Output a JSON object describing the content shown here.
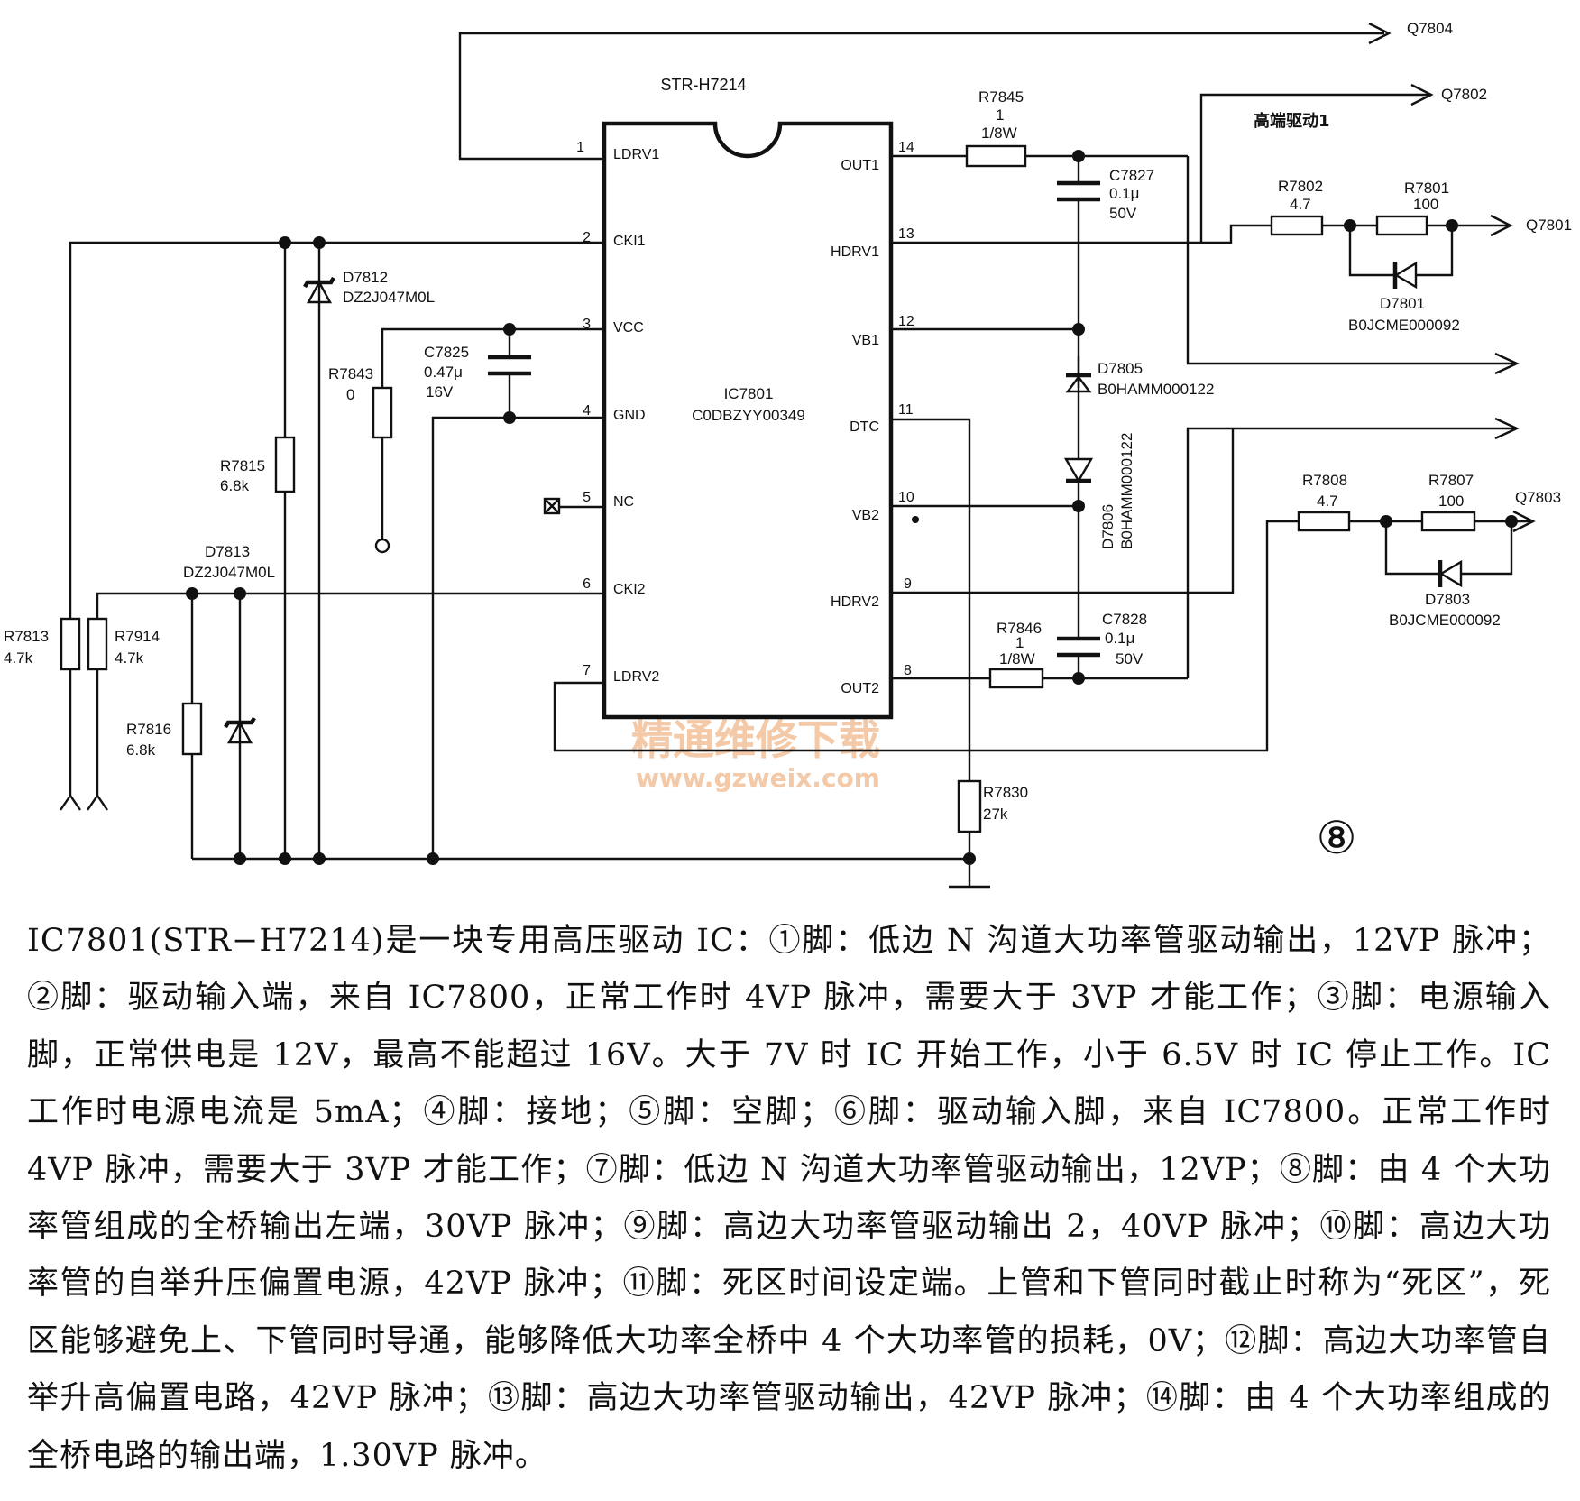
{
  "diagram": {
    "ic_title": "STR-H7214",
    "ic_ref": "IC7801",
    "ic_code": "C0DBZYY00349",
    "left_pins": [
      {
        "num": "1",
        "name": "LDRV1"
      },
      {
        "num": "2",
        "name": "CKI1"
      },
      {
        "num": "3",
        "name": "VCC"
      },
      {
        "num": "4",
        "name": "GND"
      },
      {
        "num": "5",
        "name": "NC"
      },
      {
        "num": "6",
        "name": "CKI2"
      },
      {
        "num": "7",
        "name": "LDRV2"
      }
    ],
    "right_pins": [
      {
        "num": "14",
        "name": "OUT1"
      },
      {
        "num": "13",
        "name": "HDRV1"
      },
      {
        "num": "12",
        "name": "VB1"
      },
      {
        "num": "11",
        "name": "DTC"
      },
      {
        "num": "10",
        "name": "VB2"
      },
      {
        "num": "9",
        "name": "HDRV2"
      },
      {
        "num": "8",
        "name": "OUT2"
      }
    ],
    "components": {
      "r7845": [
        "R7845",
        "1",
        "1/8W"
      ],
      "c7827": [
        "C7827",
        "0.1μ",
        "50V"
      ],
      "r7802": [
        "R7802",
        "4.7"
      ],
      "r7801": [
        "R7801",
        "100"
      ],
      "d7801": [
        "D7801",
        "B0JCME000092"
      ],
      "d7805": [
        "D7805",
        "B0HAMM000122"
      ],
      "d7806": [
        "D7806",
        "B0HAMM000122"
      ],
      "r7808": [
        "R7808",
        "4.7"
      ],
      "r7807": [
        "R7807",
        "100"
      ],
      "d7803": [
        "D7803",
        "B0JCME000092"
      ],
      "r7846": [
        "R7846",
        "1",
        "1/8W"
      ],
      "c7828": [
        "C7828",
        "0.1μ",
        "50V"
      ],
      "r7830": [
        "R7830",
        "27k"
      ],
      "d7812": [
        "D7812",
        "DZ2J047M0L"
      ],
      "c7825": [
        "C7825",
        "0.47μ",
        "16V"
      ],
      "r7843": [
        "R7843",
        "0"
      ],
      "r7815": [
        "R7815",
        "6.8k"
      ],
      "d7813": [
        "D7813",
        "DZ2J047M0L"
      ],
      "r7813": [
        "R7813",
        "4.7k"
      ],
      "r7914": [
        "R7914",
        "4.7k"
      ],
      "r7816": [
        "R7816",
        "6.8k"
      ]
    },
    "outputs": {
      "q7804": "Q7804",
      "q7802": "Q7802",
      "q7801": "Q7801",
      "q7803": "Q7803",
      "high_side_drive": "高端驱动1"
    },
    "figure_number": "⑧",
    "watermark_cn": "精通维修下载",
    "watermark_url": "www.gzweix.com"
  },
  "description": "IC7801(STR−H7214)是一块专用高压驱动 IC：①脚：低边 N 沟道大功率管驱动输出，12VP 脉冲；②脚：驱动输入端，来自 IC7800，正常工作时 4VP 脉冲，需要大于 3VP 才能工作；③脚：电源输入脚，正常供电是 12V，最高不能超过 16V。大于 7V 时 IC 开始工作，小于 6.5V 时 IC 停止工作。IC 工作时电源电流是 5mA；④脚：接地；⑤脚：空脚；⑥脚：驱动输入脚，来自 IC7800。正常工作时 4VP 脉冲，需要大于 3VP 才能工作；⑦脚：低边 N 沟道大功率管驱动输出，12VP；⑧脚：由 4 个大功率管组成的全桥输出左端，30VP 脉冲；⑨脚：高边大功率管驱动输出 2，40VP 脉冲；⑩脚：高边大功率管的自举升压偏置电源，42VP 脉冲；⑪脚：死区时间设定端。上管和下管同时截止时称为“死区”，死区能够避免上、下管同时导通，能够降低大功率全桥中 4 个大功率管的损耗，0V；⑫脚：高边大功率管自举升高偏置电路，42VP 脉冲；⑬脚：高边大功率管驱动输出，42VP 脉冲；⑭脚：由 4 个大功率组成的全桥电路的输出端，1.30VP 脉冲。"
}
